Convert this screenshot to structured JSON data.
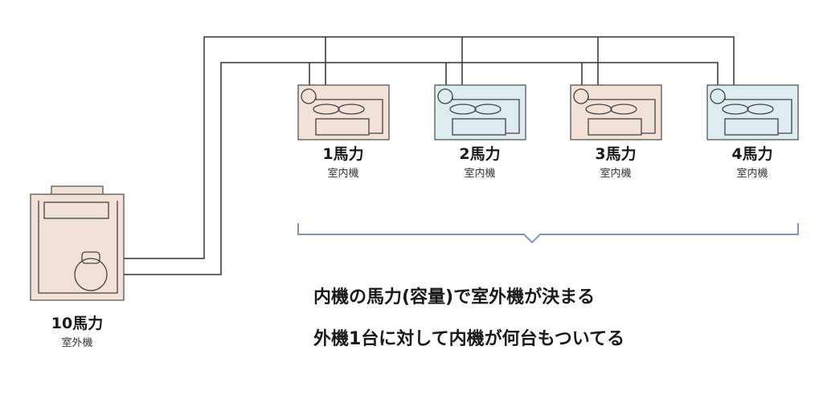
{
  "outdoor_unit": {
    "power": "10馬力",
    "label": "室外機"
  },
  "indoor_units": [
    {
      "power": "1馬力",
      "label": "室内機"
    },
    {
      "power": "2馬力",
      "label": "室内機"
    },
    {
      "power": "3馬力",
      "label": "室内機"
    },
    {
      "power": "4馬力",
      "label": "室内機"
    }
  ],
  "notes": [
    "内機の馬力(容量)で室外機が決まる",
    "外機1台に対して内機が何台もついてる"
  ],
  "colors": {
    "warm_unit": "#f1e1d6",
    "cool_unit": "#dcecef",
    "pipe": "#333333",
    "bracket": "#7d96c2"
  }
}
